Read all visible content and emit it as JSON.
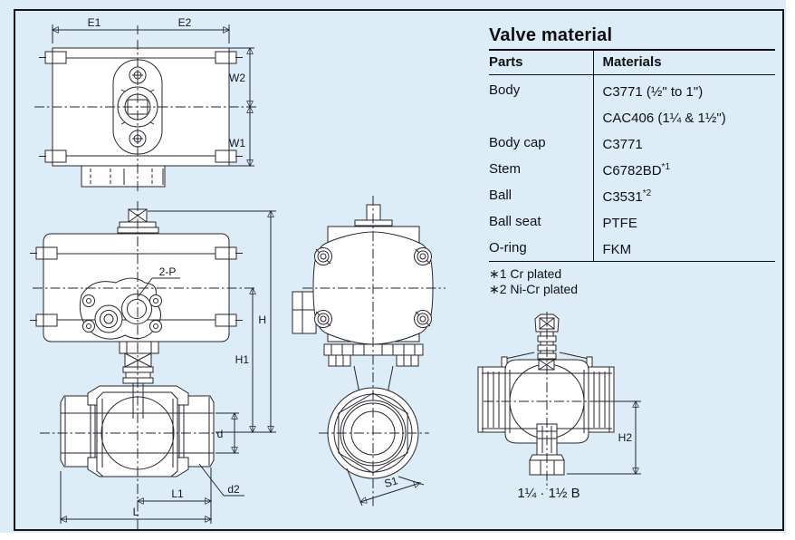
{
  "colors": {
    "background": "#dcedf8",
    "line": "#26262e",
    "frame_border": "#15151c"
  },
  "table": {
    "title": "Valve material",
    "columns": [
      "Parts",
      "Materials"
    ],
    "rows": [
      {
        "part": "Body",
        "material": "C3771 (½\" to 1\")",
        "sup": ""
      },
      {
        "part": "",
        "material": "CAC406 (1¼ & 1½\")",
        "sup": ""
      },
      {
        "part": "Body cap",
        "material": "C3771",
        "sup": ""
      },
      {
        "part": "Stem",
        "material": "C6782BD",
        "sup": "*1"
      },
      {
        "part": "Ball",
        "material": "C3531",
        "sup": "*2"
      },
      {
        "part": "Ball seat",
        "material": "PTFE",
        "sup": ""
      },
      {
        "part": "O-ring",
        "material": "FKM",
        "sup": ""
      }
    ],
    "footnotes": [
      "∗1 Cr plated",
      "∗2 Ni-Cr plated"
    ]
  },
  "labels": {
    "e1": "E1",
    "e2": "E2",
    "w2": "W2",
    "w1": "W1",
    "p": "2-P",
    "h": "H",
    "h1": "H1",
    "d": "d",
    "d2": "d2",
    "l1": "L1",
    "l": "L",
    "s1": "S1",
    "h2": "H2",
    "size_note": "1¼ · 1½ B"
  }
}
